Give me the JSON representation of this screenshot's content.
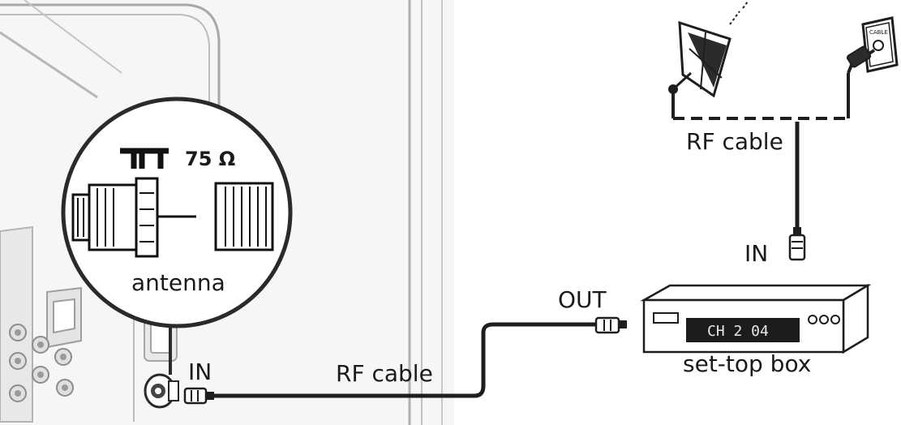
{
  "labels": {
    "impedance": "75 Ω",
    "antenna": "antenna",
    "tv_in": "IN",
    "rf_cable_bottom": "RF cable",
    "rf_cable_top": "RF cable",
    "box_in": "IN",
    "box_out": "OUT",
    "set_top_box": "set-top box",
    "display": "CH 2 04",
    "wall_plate": "CABLE"
  },
  "colors": {
    "line": "#2a2a2a",
    "tv_fill": "#eeeeee",
    "tv_stroke": "#a8a8a8",
    "dish_dark": "#2b2b2b",
    "display_bg": "#1c1c1c",
    "display_text": "#e8e8e8"
  },
  "icons": {
    "dish": "satellite-dish-icon",
    "wall_outlet": "cable-wall-outlet-icon",
    "connector": "coaxial-connector-icon",
    "antenna_symbol": "antenna-symbol-icon"
  }
}
